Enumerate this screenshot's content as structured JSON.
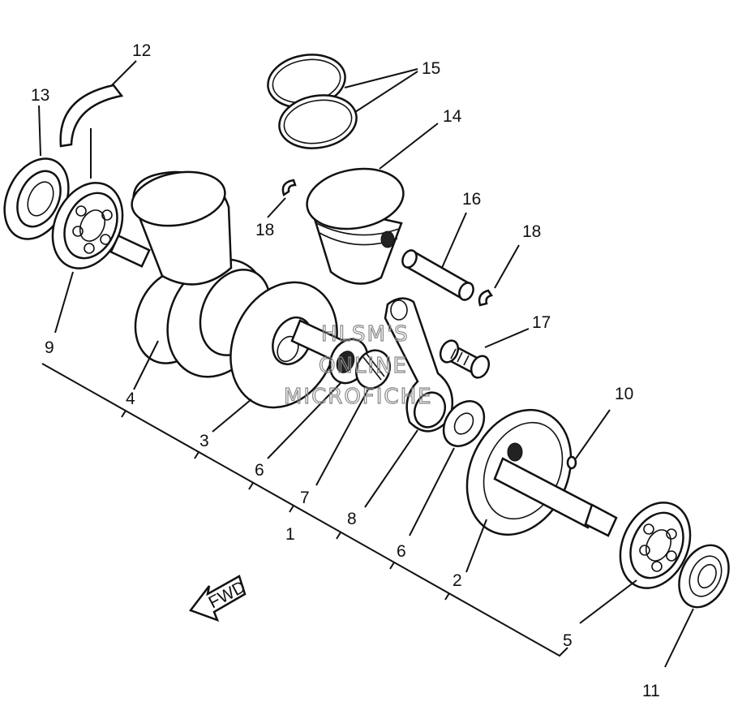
{
  "diagram": {
    "callouts": {
      "c1": "1",
      "c2": "2",
      "c3": "3",
      "c4": "4",
      "c5": "5",
      "c6a": "6",
      "c6b": "6",
      "c7": "7",
      "c8": "8",
      "c9": "9",
      "c10": "10",
      "c11": "11",
      "c12": "12",
      "c13": "13",
      "c14": "14",
      "c15": "15",
      "c16": "16",
      "c17": "17",
      "c18a": "18",
      "c18b": "18"
    },
    "fwd_label": "FWD",
    "watermark": {
      "line1": "HLSM'S",
      "line2": "ONLINE",
      "line3": "MICROFICHE"
    }
  }
}
